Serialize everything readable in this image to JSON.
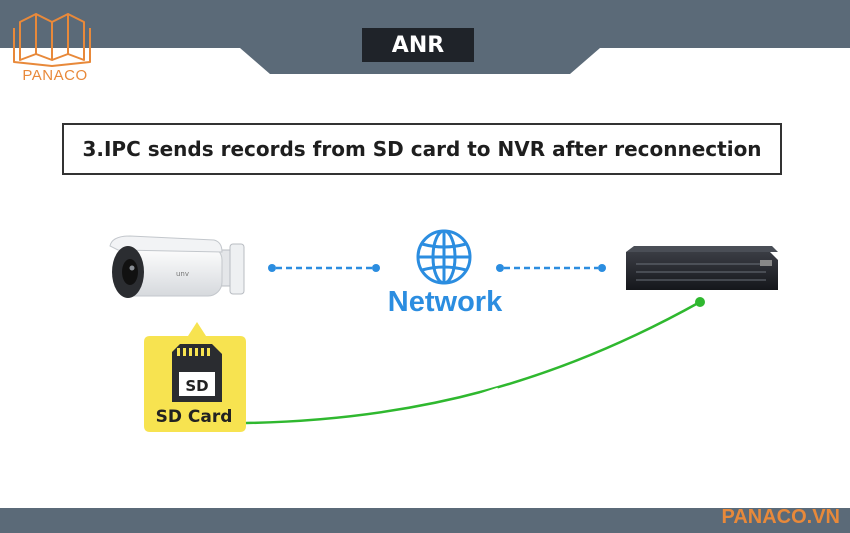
{
  "header": {
    "badge": "ANR"
  },
  "title": "3.IPC sends records from SD card to NVR after reconnection",
  "network": {
    "label": "Network"
  },
  "sd_card": {
    "label": "SD Card",
    "chip_text": "SD"
  },
  "brand": {
    "name": "PANACO",
    "site": "PANACO.VN"
  },
  "colors": {
    "network_blue": "#2b8de0",
    "link_green": "#2fb82f",
    "sd_yellow": "#f7e350",
    "frame_gray": "#5b6a78",
    "brand_orange": "#e8893a"
  }
}
